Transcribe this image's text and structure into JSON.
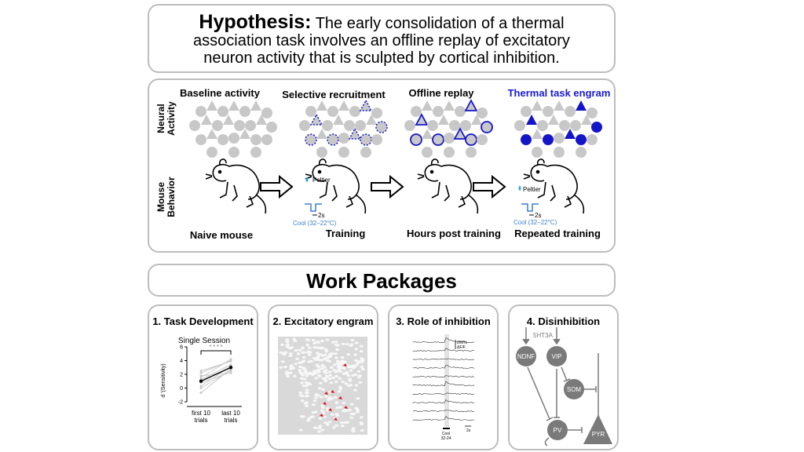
{
  "hypothesis": {
    "label": "Hypothesis:",
    "line1": "The early consolidation of a thermal",
    "line2": "association task involves an offline replay of excitatory",
    "line3": "neuron activity that is sculpted by cortical inhibition."
  },
  "stages": [
    {
      "title": "Baseline activity",
      "behavior": "Naive mouse"
    },
    {
      "title": "Selective recruitment",
      "behavior": "Training"
    },
    {
      "title": "Offline replay",
      "behavior": "Hours post training"
    },
    {
      "title": "Thermal task engram",
      "behavior": "Repeated training"
    }
  ],
  "row_labels": {
    "neural": [
      "Neural",
      "Activity"
    ],
    "behavior": [
      "Mouse",
      "Behavior"
    ]
  },
  "peltier": {
    "label": "Peltier",
    "timescale": "2s",
    "cool": "Cool (32–22°C)"
  },
  "colors": {
    "grey": "#c8c8c8",
    "engram": "#1515c8",
    "engram_title": "#1a1ad0",
    "cool": "#3a7fd0",
    "drop": "#29a8e0",
    "red": "#e0141e"
  },
  "work_packages_title": "Work Packages",
  "work_packages": [
    {
      "title": "1. Task Development"
    },
    {
      "title": "2. Excitatory engram"
    },
    {
      "title": "3. Role of inhibition"
    },
    {
      "title": "4. Disinhibition"
    }
  ],
  "chart_data": {
    "type": "line",
    "title": "Single Session",
    "ylabel": "d '(Sensitivity)",
    "xlabel": "",
    "categories": [
      "first 10 trials",
      "last 10 trials"
    ],
    "category_lines": [
      [
        "first 10",
        "trials"
      ],
      [
        "last 10",
        "trials"
      ]
    ],
    "ylim": [
      -2,
      6
    ],
    "yticks": [
      -2,
      0,
      2,
      4,
      6
    ],
    "significance": "* * * *",
    "mean": [
      1.0,
      3.0
    ],
    "individual": [
      [
        0.3,
        3.2
      ],
      [
        1.5,
        4.2
      ],
      [
        2.2,
        4.0
      ],
      [
        0.8,
        2.3
      ],
      [
        -0.7,
        2.8
      ],
      [
        1.2,
        3.4
      ],
      [
        2.5,
        3.9
      ],
      [
        0.0,
        2.6
      ],
      [
        1.8,
        2.2
      ]
    ]
  },
  "traces": {
    "scale": [
      "200%",
      "ΔF/F"
    ],
    "stim": [
      "Cool",
      "32-24"
    ],
    "time": "2s"
  },
  "circuit": {
    "nodes": {
      "ndnf": "NDNF",
      "vip": "VIP",
      "som": "SOM",
      "pv": "PV",
      "pyr": "PYR"
    },
    "input": "5HT3A"
  }
}
